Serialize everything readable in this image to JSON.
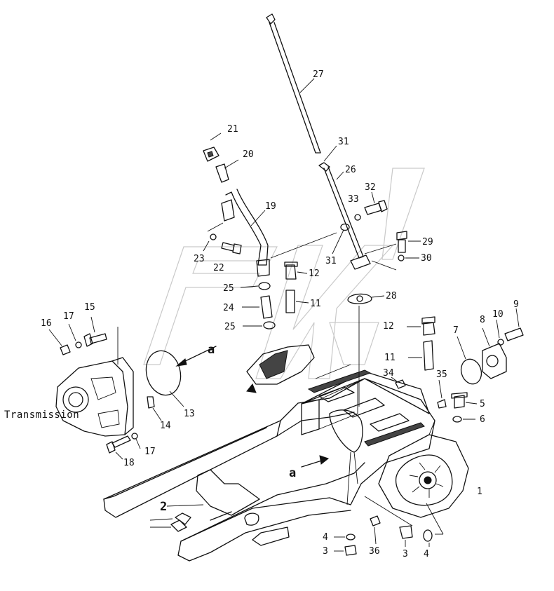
{
  "diagram": {
    "labels": {
      "p1": "1",
      "p2": "2",
      "p3a": "3",
      "p3b": "3",
      "p4a": "4",
      "p4b": "4",
      "p5": "5",
      "p6": "6",
      "p7": "7",
      "p8": "8",
      "p9": "9",
      "p10": "10",
      "p11a": "11",
      "p11b": "11",
      "p12a": "12",
      "p12b": "12",
      "p13": "13",
      "p14": "14",
      "p15": "15",
      "p16": "16",
      "p17a": "17",
      "p17b": "17",
      "p18": "18",
      "p19": "19",
      "p20": "20",
      "p21": "21",
      "p22": "22",
      "p23": "23",
      "p24": "24",
      "p25a": "25",
      "p25b": "25",
      "p26": "26",
      "p27": "27",
      "p28": "28",
      "p29": "29",
      "p30": "30",
      "p31a": "31",
      "p31b": "31",
      "p32": "32",
      "p33": "33",
      "p34": "34",
      "p35": "35",
      "p36": "36"
    },
    "view_markers": {
      "a_left": "a",
      "a_right": "a"
    },
    "component_label": "Transmission"
  }
}
